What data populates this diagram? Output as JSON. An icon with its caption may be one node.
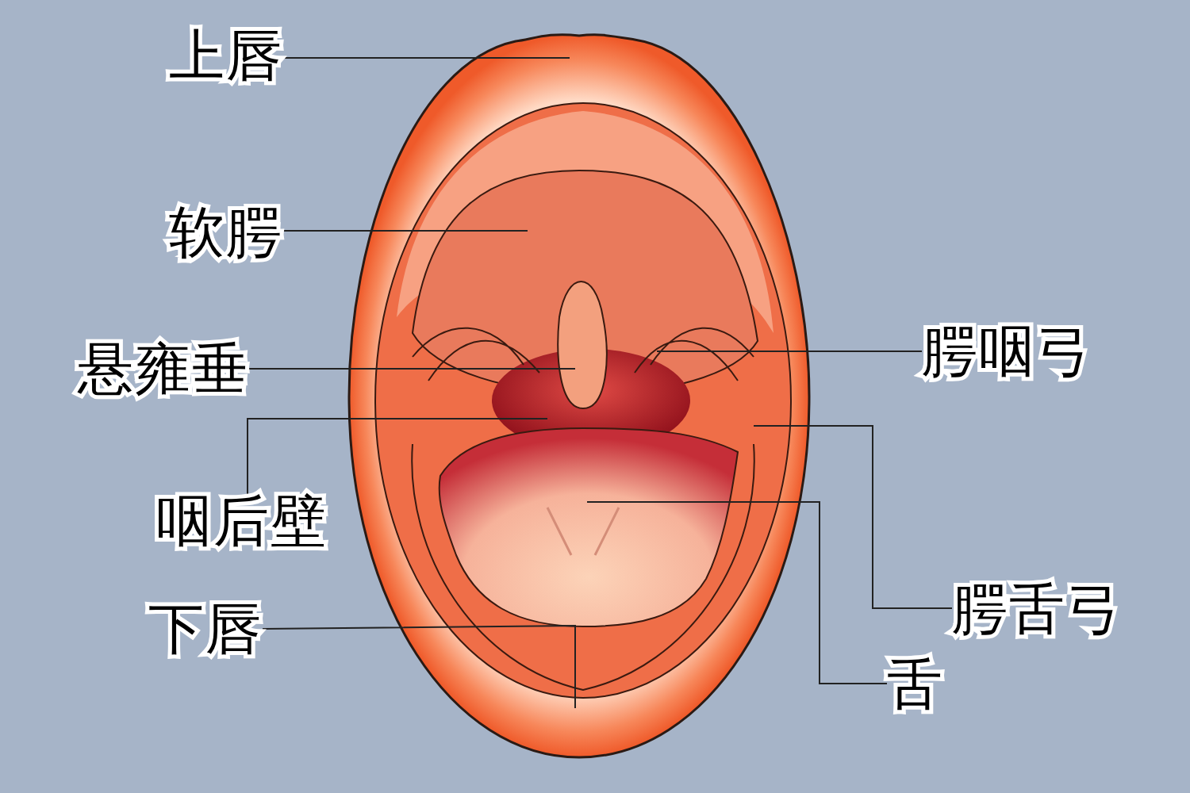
{
  "diagram": {
    "nodes": [
      {
        "text": [
          "上唇"
        ]
      },
      {
        "text": [
          "软腭"
        ]
      },
      {
        "text": [
          "悬雍垂"
        ]
      },
      {
        "text": [
          "咽后壁"
        ]
      },
      {
        "text": [
          "下唇"
        ]
      },
      {
        "text": [
          "腭咽弓"
        ]
      },
      {
        "text": [
          "腭舌弓"
        ]
      },
      {
        "text": [
          "舌"
        ]
      }
    ],
    "edges": [
      {
        "from": 0,
        "to": null,
        "arrow": "none"
      },
      {
        "from": 1,
        "to": null,
        "arrow": "none"
      },
      {
        "from": 2,
        "to": null,
        "arrow": "none"
      },
      {
        "from": 3,
        "to": null,
        "arrow": "none"
      },
      {
        "from": 4,
        "to": null,
        "arrow": "none"
      },
      {
        "from": 5,
        "to": null,
        "arrow": "none"
      },
      {
        "from": 6,
        "to": null,
        "arrow": "none"
      },
      {
        "from": 7,
        "to": null,
        "arrow": "none"
      }
    ]
  }
}
